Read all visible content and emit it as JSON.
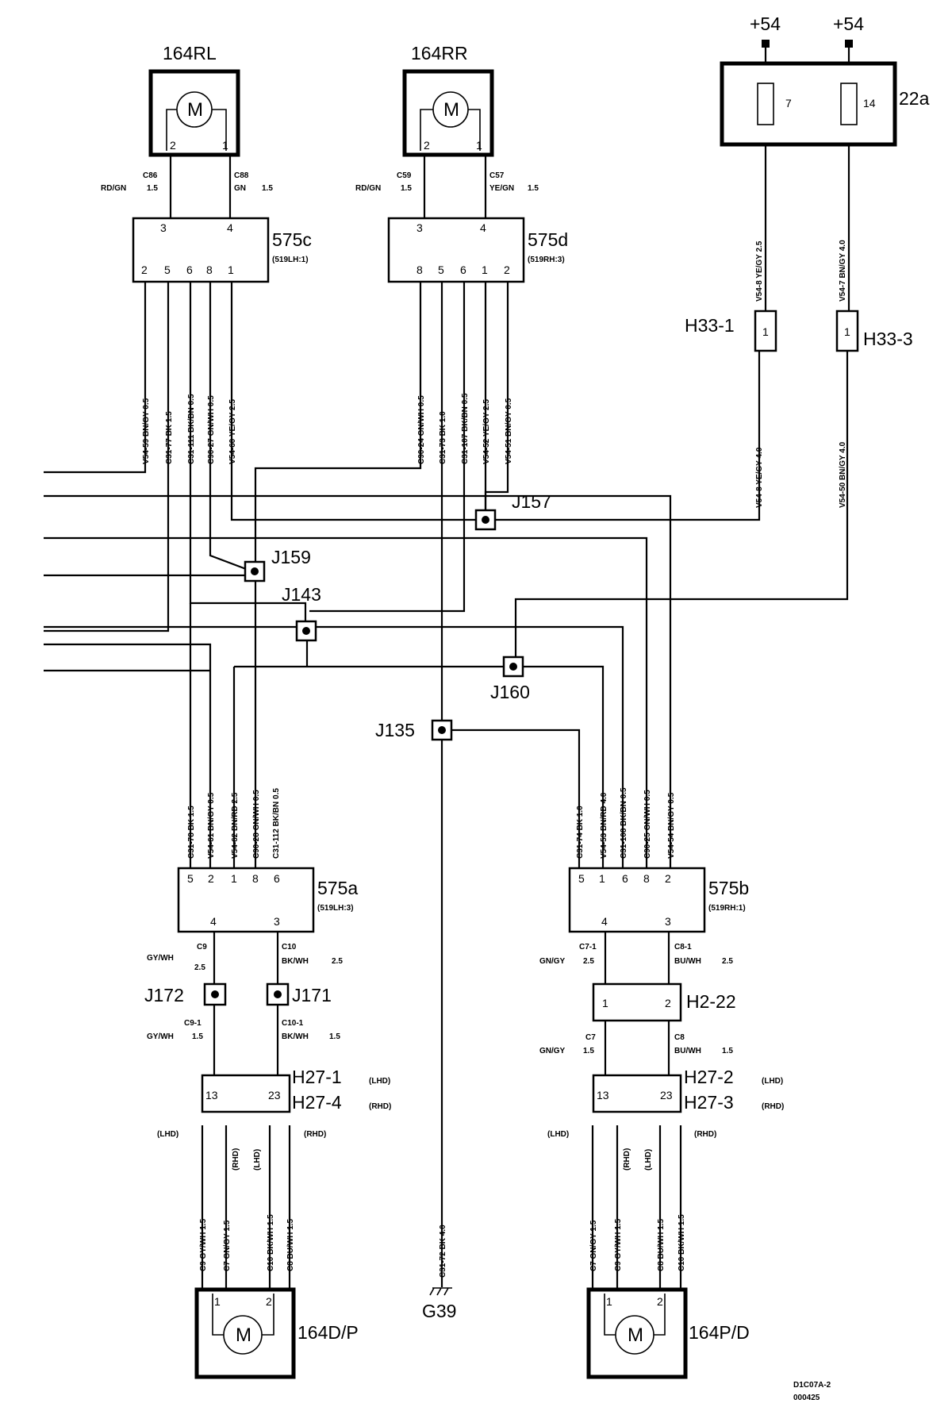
{
  "supply": {
    "left": "+54",
    "right": "+54"
  },
  "fusebox": {
    "label": "22a",
    "fuse_left": "7",
    "fuse_right": "14"
  },
  "motors": {
    "rl": {
      "label": "164RL",
      "glyph": "M",
      "pin_a": "2",
      "pin_b": "1"
    },
    "rr": {
      "label": "164RR",
      "glyph": "M",
      "pin_a": "2",
      "pin_b": "1"
    },
    "dp": {
      "label": "164D/P",
      "glyph": "M",
      "pin_a": "1",
      "pin_b": "2"
    },
    "pd": {
      "label": "164P/D",
      "glyph": "M",
      "pin_a": "1",
      "pin_b": "2"
    }
  },
  "modules": {
    "c575": {
      "label": "575c",
      "sub": "(519LH:1)",
      "top_pins": [
        "3",
        "4"
      ],
      "bottom_pins": [
        "2",
        "5",
        "6",
        "8",
        "1"
      ]
    },
    "d575": {
      "label": "575d",
      "sub": "(519RH:3)",
      "top_pins": [
        "3",
        "4"
      ],
      "bottom_pins": [
        "8",
        "5",
        "6",
        "1",
        "2"
      ]
    },
    "a575": {
      "label": "575a",
      "sub": "(519LH:3)",
      "top_pins": [
        "5",
        "2",
        "1",
        "8",
        "6"
      ],
      "bottom_pins": [
        "4",
        "3"
      ]
    },
    "b575": {
      "label": "575b",
      "sub": "(519RH:1)",
      "top_pins": [
        "5",
        "1",
        "6",
        "8",
        "2"
      ],
      "bottom_pins": [
        "4",
        "3"
      ]
    }
  },
  "connectors": {
    "h33_1": {
      "label": "H33-1",
      "pin": "1"
    },
    "h33_3": {
      "label": "H33-3",
      "pin": "1"
    },
    "h2_22": {
      "label": "H2-22",
      "pins": [
        "1",
        "2"
      ]
    },
    "h27_1": {
      "label": "H27-1",
      "note": "(LHD)",
      "pins": [
        "13",
        "23"
      ]
    },
    "h27_4": {
      "label": "H27-4",
      "note": "(RHD)"
    },
    "h27_2": {
      "label": "H27-2",
      "note": "(LHD)",
      "pins": [
        "13",
        "23"
      ]
    },
    "h27_3": {
      "label": "H27-3",
      "note": "(RHD)"
    }
  },
  "splices": {
    "j157": "J157",
    "j159": "J159",
    "j143": "J143",
    "j160": "J160",
    "j135": "J135",
    "j172": "J172",
    "j171": "J171"
  },
  "ground": {
    "label": "G39"
  },
  "hand": {
    "lhd": "(LHD)",
    "rhd": "(RHD)"
  },
  "wires_top": {
    "c86": {
      "id": "C86",
      "color": "RD/GN",
      "size": "1.5"
    },
    "c88": {
      "id": "C88",
      "color": "GN",
      "size": "1.5"
    },
    "c59": {
      "id": "C59",
      "color": "RD/GN",
      "size": "1.5"
    },
    "c57": {
      "id": "C57",
      "color": "YE/GN",
      "size": "1.5"
    }
  },
  "wires_c575": [
    "V54-59  BN/GY  0.5",
    "C31-77  BK  1.5",
    "C31-111  BK/BN  0.5",
    "C90-27  GN/WH  0.5",
    "V54-60  YE/GY  2.5"
  ],
  "wires_d575": [
    "C90-24  GN/WH  0.5",
    "C31-73  BK  1.0",
    "C31-107  BK/BN  0.5",
    "V54-52  YE/GY  2.5",
    "V54-51  BN/GY  0.5"
  ],
  "wires_fuse": [
    "V54-8  YE/GY  2.5",
    "V54-7  BN/GY  4.0"
  ],
  "wires_h33": [
    "V54-8  YE/GY  4.0",
    "V54-50  BN/GY  4.0"
  ],
  "wires_a575": [
    "C31-78  BK  1.5",
    "V54-61  BN/GY  0.5",
    "V54-62  BN/RD  2.5",
    "C90-28  GN/WH  0.5",
    "C31-112  BK/BN  0.5"
  ],
  "wires_b575": [
    "C31-74  BK  1.0",
    "V54-53  BN/RD  4.0",
    "C31-108  BK/BN  0.5",
    "C90-25  GN/WH  0.5",
    "V54-54  BN/GY  0.5"
  ],
  "wires_lower": {
    "c9": {
      "id": "C9",
      "color": "GY/WH",
      "size": "2.5"
    },
    "c10": {
      "id": "C10",
      "color": "BK/WH",
      "size": "2.5"
    },
    "c9_1": {
      "id": "C9-1",
      "color": "GY/WH",
      "size": "1.5"
    },
    "c10_1": {
      "id": "C10-1",
      "color": "BK/WH",
      "size": "1.5"
    },
    "c7_1": {
      "id": "C7-1",
      "color": "GN/GY",
      "size": "2.5"
    },
    "c8_1": {
      "id": "C8-1",
      "color": "BU/WH",
      "size": "2.5"
    },
    "c7": {
      "id": "C7",
      "color": "GN/GY",
      "size": "1.5"
    },
    "c8": {
      "id": "C8",
      "color": "BU/WH",
      "size": "1.5"
    }
  },
  "wires_dp": [
    "C9  GY/WH  1.5",
    "C7  GN/GY  1.5",
    "C10  BK/WH  1.5",
    "C8  BU/WH  1.5"
  ],
  "wires_pd": [
    "C7  GN/GY  1.5",
    "C9  GY/WH  1.5",
    "C8  BU/WH  1.5",
    "C10  BK/WH  1.5"
  ],
  "ground_wire": "C31-72  BK  4.0",
  "footer": {
    "code": "D1C07A-2",
    "date": "000425"
  }
}
